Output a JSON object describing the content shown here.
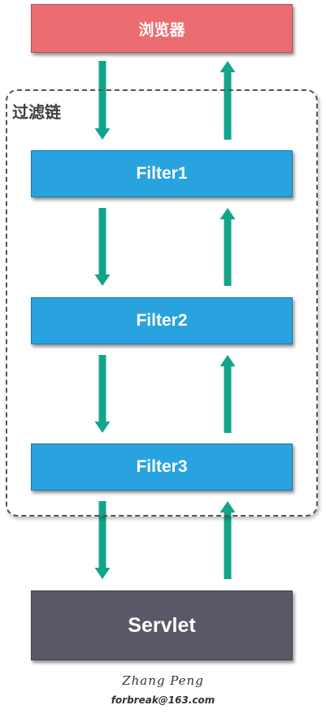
{
  "colors": {
    "browser": "#ec6d71",
    "filter": "#29a3e0",
    "servlet": "#5a5766",
    "arrow": "#12a58c"
  },
  "browser": {
    "label": "浏览器"
  },
  "chain": {
    "label": "过滤链"
  },
  "filters": [
    {
      "label": "Filter1"
    },
    {
      "label": "Filter2"
    },
    {
      "label": "Filter3"
    }
  ],
  "servlet": {
    "label": "Servlet"
  },
  "signature": {
    "name": "Zhang Peng",
    "email": "forbreak@163.com"
  }
}
